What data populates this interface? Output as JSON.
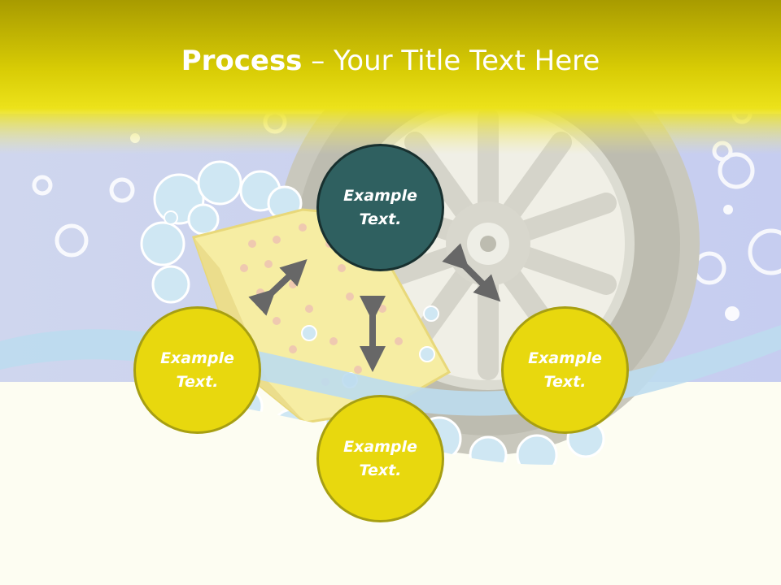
{
  "title": {
    "bold": "Process",
    "rest": " – Your Title Text Here"
  },
  "nodes": [
    {
      "line1": "Example",
      "line2": "Text."
    },
    {
      "line1": "Example",
      "line2": "Text."
    },
    {
      "line1": "Example",
      "line2": "Text."
    },
    {
      "line1": "Example",
      "line2": "Text."
    }
  ],
  "colors": {
    "yellow": "#e8d80e",
    "teal": "#2f6060",
    "arrow": "#676767",
    "header": "#d9cb00"
  }
}
